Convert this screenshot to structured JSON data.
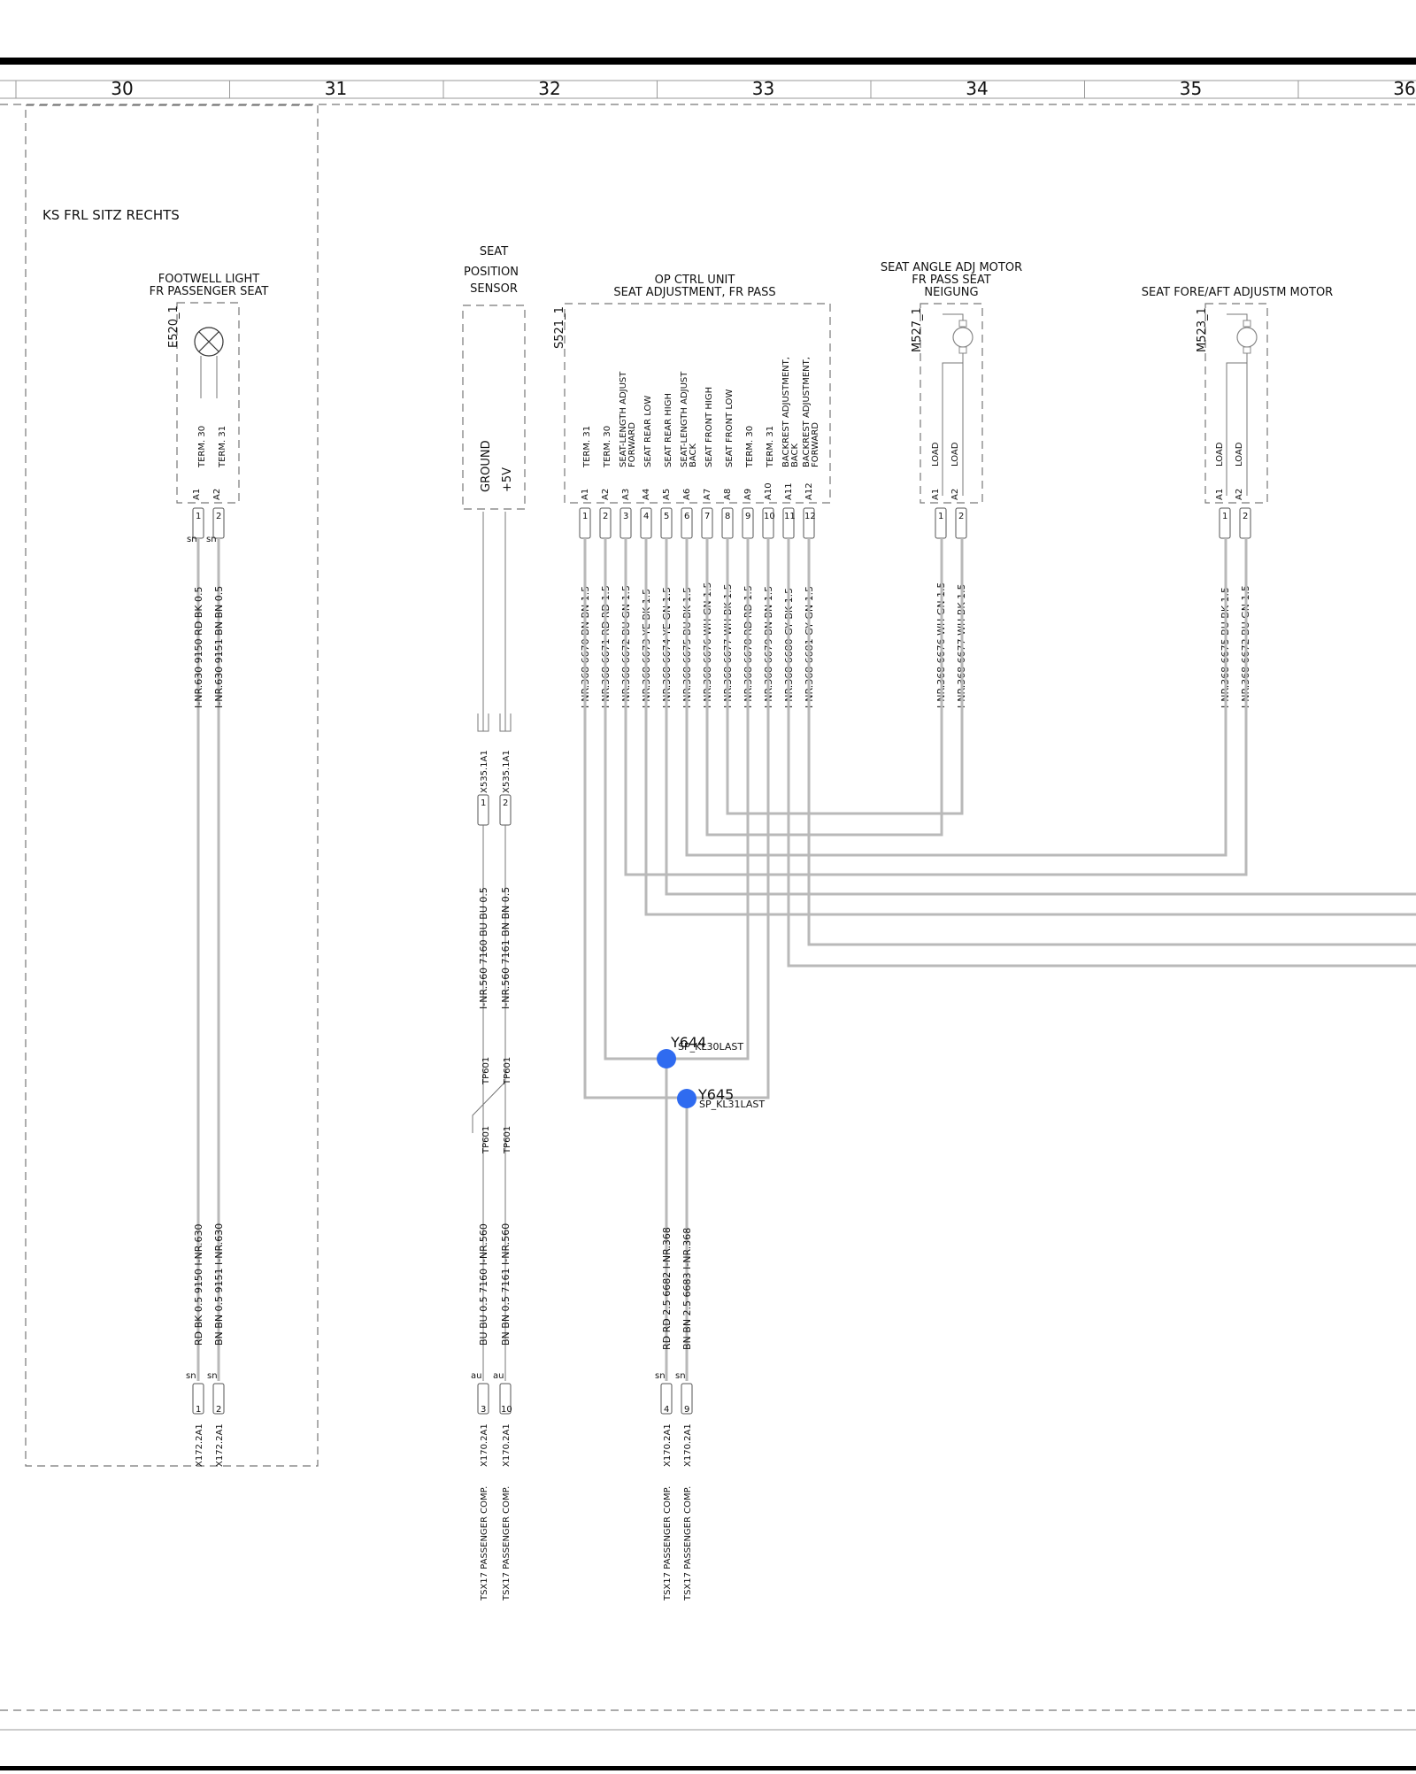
{
  "columns": [
    "30",
    "31",
    "32",
    "33",
    "34",
    "35",
    "36"
  ],
  "area_label": "KS FRL SITZ RECHTS",
  "components": {
    "footwell": {
      "title_1": "FOOTWELL LIGHT",
      "title_2": "FR PASSENGER SEAT",
      "ref": "E520_1",
      "pins": [
        {
          "name": "A1",
          "term": "TERM. 30"
        },
        {
          "name": "A2",
          "term": "TERM. 31"
        }
      ]
    },
    "sensor": {
      "title_1": "SEAT",
      "title_2": "POSITION",
      "title_3": "SENSOR",
      "sig_ground": "GROUND",
      "sig_plus": "+5V"
    },
    "opctrl": {
      "title_1": "OP CTRL UNIT",
      "title_2": "SEAT ADJUSTMENT, FR PASS",
      "ref": "S521_1",
      "pins": [
        {
          "name": "A1",
          "label": [
            "TERM. 31"
          ]
        },
        {
          "name": "A2",
          "label": [
            "TERM. 30"
          ]
        },
        {
          "name": "A3",
          "label": [
            "SEAT-LENGTH ADJUST",
            "FORWARD"
          ]
        },
        {
          "name": "A4",
          "label": [
            "SEAT REAR LOW"
          ]
        },
        {
          "name": "A5",
          "label": [
            "SEAT REAR HIGH"
          ]
        },
        {
          "name": "A6",
          "label": [
            "SEAT-LENGTH ADJUST",
            "BACK"
          ]
        },
        {
          "name": "A7",
          "label": [
            "SEAT FRONT HIGH"
          ]
        },
        {
          "name": "A8",
          "label": [
            "SEAT FRONT LOW"
          ]
        },
        {
          "name": "A9",
          "label": [
            "TERM. 30"
          ]
        },
        {
          "name": "A10",
          "label": [
            "TERM. 31"
          ]
        },
        {
          "name": "A11",
          "label": [
            "BACKREST ADJUSTMENT,",
            "BACK"
          ]
        },
        {
          "name": "A12",
          "label": [
            "BACKREST ADJUSTMENT,",
            "FORWARD"
          ]
        }
      ]
    },
    "angle": {
      "title_1": "SEAT ANGLE ADJ MOTOR",
      "title_2": "FR PASS SEAT",
      "title_3": "NEIGUNG",
      "ref": "M527_1",
      "load": "LOAD"
    },
    "foreaft": {
      "title_1": "SEAT FORE/AFT ADJUSTM MOTOR",
      "ref": "M523_1",
      "load": "LOAD"
    }
  },
  "wire_labels": {
    "footwell_top": [
      "I-NR.630  9150  RD BK 0.5",
      "I-NR.630  9151  BN BN 0.5"
    ],
    "footwell_bottom": [
      "RD BK 0.5  9150  I-NR.630",
      "BN BN 0.5  9151  I-NR.630"
    ],
    "opctrl": [
      "I-NR.368  6670  BN BN 1.5",
      "I-NR.368  6671  RD RD 1.5",
      "I-NR.368  6672  BU GN 1.5",
      "I-NR.368  6673  YE BK 1.5",
      "I-NR.368  6674  YE GN 1.5",
      "I-NR.368  6675  BU BK 1.5",
      "I-NR.368  6676  WH GN 1.5",
      "I-NR.368  6677  WH BK 1.5",
      "I-NR.368  6678  RD RD 1.5",
      "I-NR.368  6679  BN BN 1.5",
      "I-NR.368  6680  GY BK 1.5",
      "I-NR.368  6681  GY GN 1.5"
    ],
    "angle": [
      "I-NR.368  6676  WH GN 1.5",
      "I-NR.368  6677  WH BK 1.5"
    ],
    "foreaft": [
      "I-NR.368  6675  BU BK 1.5",
      "I-NR.368  6672  BU GN 1.5"
    ],
    "sensor_mid": [
      "I-NR.560  7160  BU BU 0.5",
      "I-NR.560  7161  BN BN 0.5"
    ],
    "sensor_bottom": [
      "BU BU 0.5  7160  I-NR.560",
      "BN BN 0.5  7161  I-NR.560"
    ],
    "splice_bottom": [
      "RD RD 2.5  6682  I-NR.368",
      "BN BN 2.5  6683  I-NR.368"
    ],
    "twisted_pair": "TP601",
    "inline_connector": "X535.1A1"
  },
  "splices": [
    {
      "id": "Y644",
      "name": "SP_KL30LAST",
      "color": "#2f6bf0"
    },
    {
      "id": "Y645",
      "name": "SP_KL31LAST",
      "color": "#2f6bf0"
    }
  ],
  "bottom_connectors": {
    "footwell": {
      "pins": [
        "1",
        "2"
      ],
      "tags": [
        "sn",
        "sn"
      ],
      "conn": "X172.2A1"
    },
    "sensor": {
      "pins": [
        "3",
        "10"
      ],
      "tags": [
        "au",
        "au"
      ],
      "conn": "X170.2A1",
      "dest": "TSX17 PASSENGER COMP."
    },
    "splice": {
      "pins": [
        "4",
        "9"
      ],
      "tags": [
        "sn",
        "sn"
      ],
      "conn": "X170.2A1",
      "dest": "TSX17 PASSENGER COMP."
    }
  },
  "top_pin_tags": [
    "sn",
    "sn"
  ]
}
